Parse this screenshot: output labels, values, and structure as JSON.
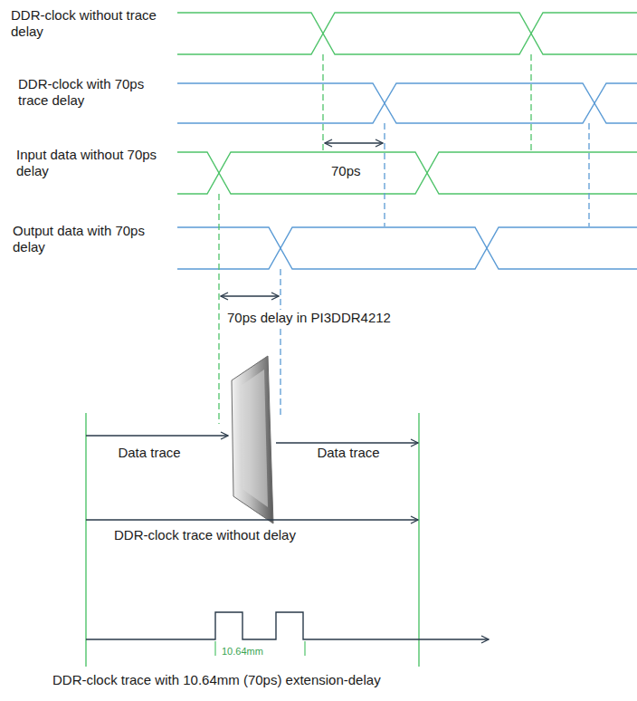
{
  "diagram": {
    "labels": [
      "DDR-clock without trace delay",
      "DDR-clock with 70ps trace delay",
      "Input data without 70ps delay",
      "Output data with 70ps delay",
      "70ps",
      "70ps delay in PI3DDR4212",
      "Data trace",
      "Data trace",
      "DDR-clock trace without delay",
      "10.64mm",
      "DDR-clock trace with 10.64mm (70ps) extension-delay"
    ]
  }
}
